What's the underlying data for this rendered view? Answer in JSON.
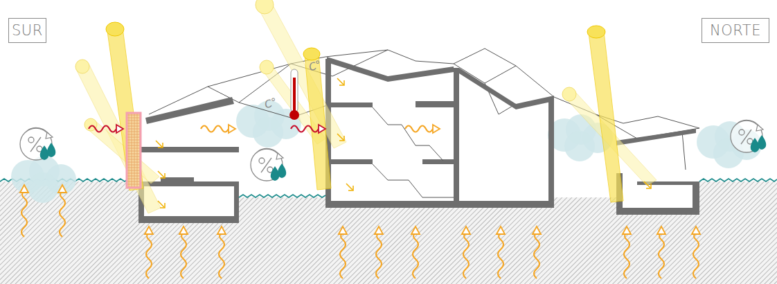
{
  "diagram": {
    "nodes": [
      {
        "text": [
          "SUR"
        ]
      },
      {
        "text": [
          "NORTE"
        ]
      }
    ],
    "labels": [
      "C°",
      "C°"
    ]
  }
}
